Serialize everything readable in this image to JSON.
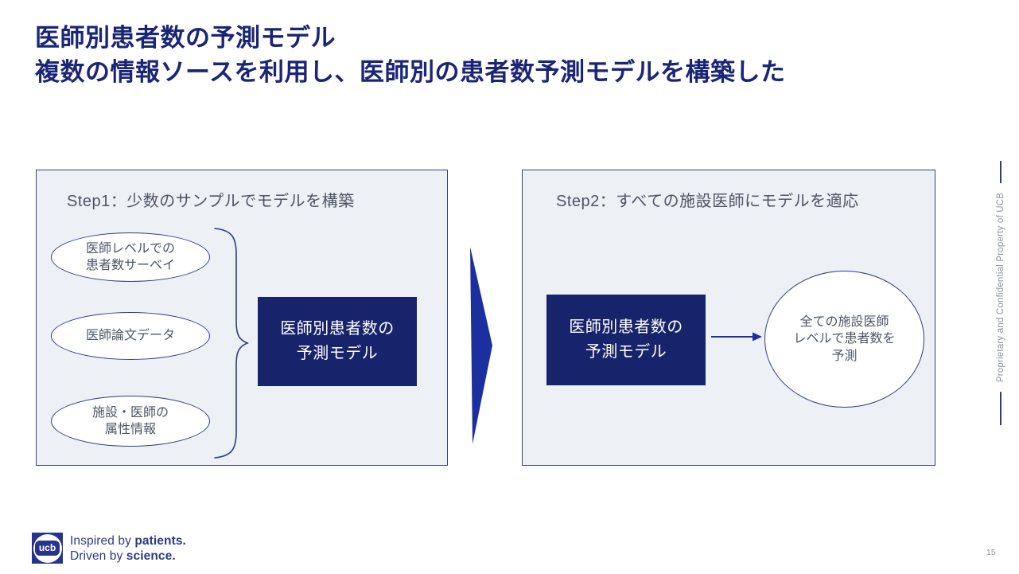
{
  "slide": {
    "title_line1": "医師別患者数の予測モデル",
    "title_line2": "複数の情報ソースを利用し、医師別の患者数予測モデルを構築した",
    "page_number": "15",
    "confidential_text": "Proprietary and Confidential Property of UCB"
  },
  "step1": {
    "header": "Step1：少数のサンプルでモデルを構築",
    "sources": [
      {
        "line1": "医師レベルでの",
        "line2": "患者数サーベイ"
      },
      {
        "line1": "医師論文データ"
      },
      {
        "line1": "施設・医師の",
        "line2": "属性情報"
      }
    ],
    "model_box": {
      "line1": "医師別患者数の",
      "line2": "予測モデル"
    }
  },
  "step2": {
    "header": "Step2：すべての施設医師にモデルを適応",
    "model_box": {
      "line1": "医師別患者数の",
      "line2": "予測モデル"
    },
    "output": {
      "line1": "全ての施設医師",
      "line2": "レベルで患者数を",
      "line3": "予測"
    }
  },
  "footer": {
    "logo_text": "ucb",
    "tagline": [
      {
        "normal": "Inspired by ",
        "bold": "patients."
      },
      {
        "normal": "Driven by ",
        "bold": "science."
      }
    ]
  },
  "colors": {
    "title_navy": "#1b2577",
    "model_box_navy": "#17246b",
    "arrow_blue": "#1b2f9e",
    "panel_background": "#edf0f5",
    "panel_border": "#33417f",
    "shape_border": "#2e3d80",
    "body_text_gray": "#4d5564",
    "confidential_gray": "#8d939d",
    "logo_blue": "#27348b"
  }
}
